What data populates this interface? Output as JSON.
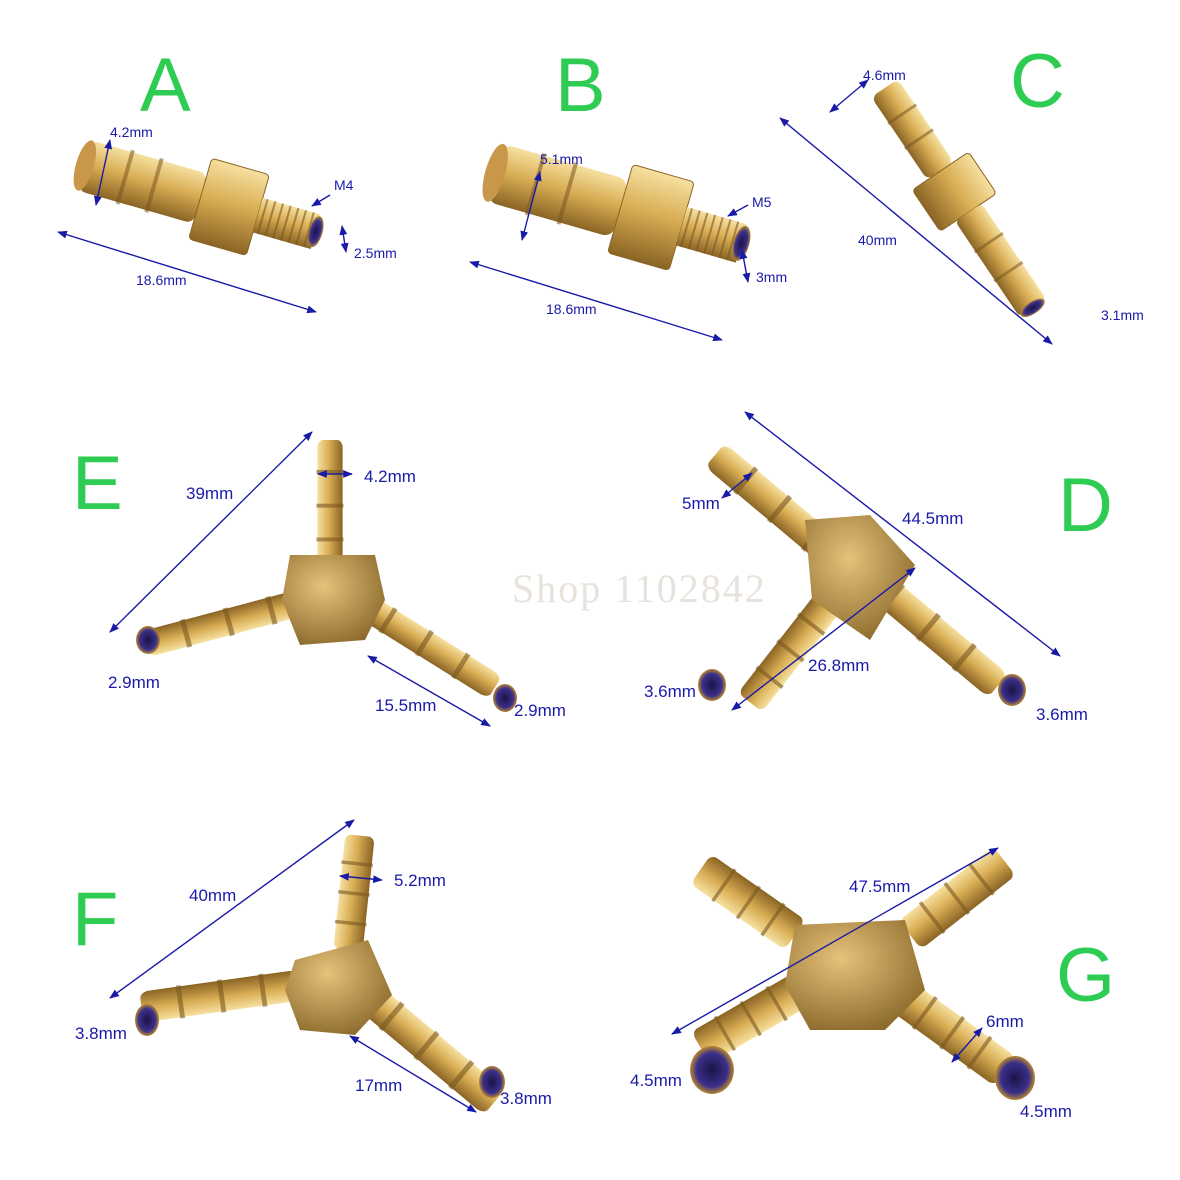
{
  "colors": {
    "label_green": "#2ecc52",
    "dimension_blue": "#1a1aa8",
    "brass": "#d4a94e"
  },
  "watermark": "Shop 1102842",
  "panels": {
    "A": {
      "letter": "A",
      "d1": "4.2mm",
      "thread": "M4",
      "bore": "2.5mm",
      "length": "18.6mm"
    },
    "B": {
      "letter": "B",
      "d1": "5.1mm",
      "thread": "M5",
      "bore": "3mm",
      "length": "18.6mm"
    },
    "C": {
      "letter": "C",
      "d1": "4.6mm",
      "length": "40mm",
      "bore": "3.1mm"
    },
    "E": {
      "letter": "E",
      "length": "39mm",
      "top": "4.2mm",
      "left": "2.9mm",
      "arm": "15.5mm",
      "right": "2.9mm"
    },
    "D": {
      "letter": "D",
      "top": "5mm",
      "length": "44.5mm",
      "arm": "26.8mm",
      "left": "3.6mm",
      "right": "3.6mm"
    },
    "F": {
      "letter": "F",
      "length": "40mm",
      "top": "5.2mm",
      "left": "3.8mm",
      "arm": "17mm",
      "right": "3.8mm"
    },
    "G": {
      "letter": "G",
      "length": "47.5mm",
      "side": "6mm",
      "left": "4.5mm",
      "right": "4.5mm"
    }
  }
}
